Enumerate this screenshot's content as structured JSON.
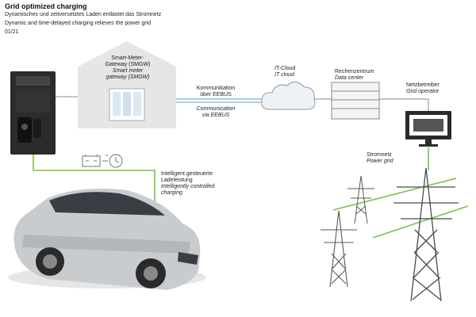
{
  "header": {
    "title": "Grid optimized charging",
    "subtitle_de": "Dynamisches und zeitversetztes Laden entlastet das Stromnetz",
    "subtitle_en": "Dynamic and time-delayed charging relieves the power grid",
    "page": "01/21"
  },
  "nodes": {
    "smgw": {
      "de1": "Smart-Meter-",
      "de2": "Gateway (SMGW)",
      "en1": "Smart meter",
      "en2": "gateway (SMGW)"
    },
    "cloud": {
      "de": "IT-Cloud",
      "en": "IT cloud"
    },
    "datacenter": {
      "de": "Rechenzentrum",
      "en": "Data center"
    },
    "operator": {
      "de": "Netzbetreiber",
      "en": "Grid operator"
    },
    "grid": {
      "de": "Stromnetz",
      "en": "Power grid"
    }
  },
  "link": {
    "de1": "Kommunikation",
    "de2": "über EEBUS",
    "en1": "Communication",
    "en2": "via EEBUS"
  },
  "charging": {
    "de1": "Intelligent gesteuerte",
    "de2": "Ladeleistung",
    "en1": "Intelligently controlled",
    "en2": "charging"
  },
  "colors": {
    "accent_line": "#7fbf4a",
    "comm_line": "#5b9fd1",
    "house": "#e6e6e6",
    "device": "#2b2b2b"
  }
}
